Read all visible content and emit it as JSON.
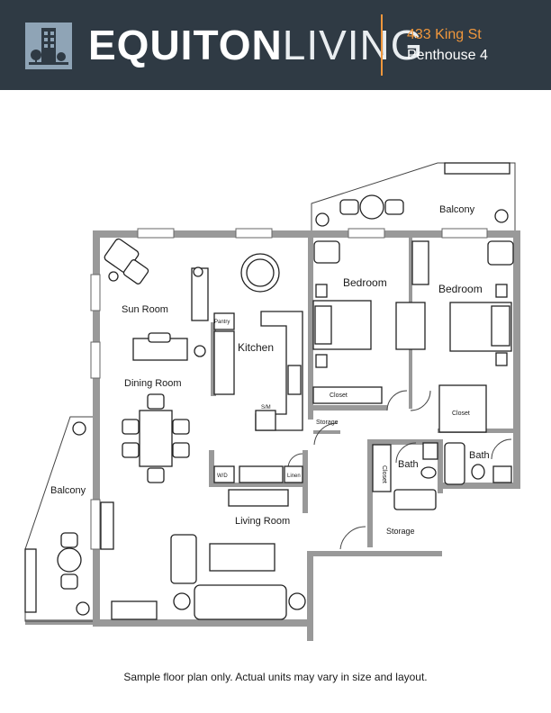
{
  "header": {
    "brand_bold": "EQUITON",
    "brand_light": "LIVING",
    "address": "433 King St",
    "unit": "Penthouse 4",
    "colors": {
      "background": "#2f3a44",
      "accent": "#f0973c",
      "logo": "#8fa4b6"
    }
  },
  "rooms": {
    "balcony_top": "Balcony",
    "bedroom_1": "Bedroom",
    "bedroom_2": "Bedroom",
    "sun_room": "Sun Room",
    "pantry": "Pantry",
    "kitchen": "Kitchen",
    "dining_room": "Dining Room",
    "closet_1": "Closet",
    "closet_2": "Closet",
    "storage_1": "Storage",
    "sm": "S/M",
    "bath_1": "Bath",
    "bath_2": "Bath",
    "closet_3": "Closet",
    "wd": "W/D",
    "linen": "Linen",
    "balcony_left": "Balcony",
    "living_room": "Living Room",
    "storage_2": "Storage"
  },
  "footer": {
    "note": "Sample floor plan only. Actual units may vary in size and layout."
  }
}
